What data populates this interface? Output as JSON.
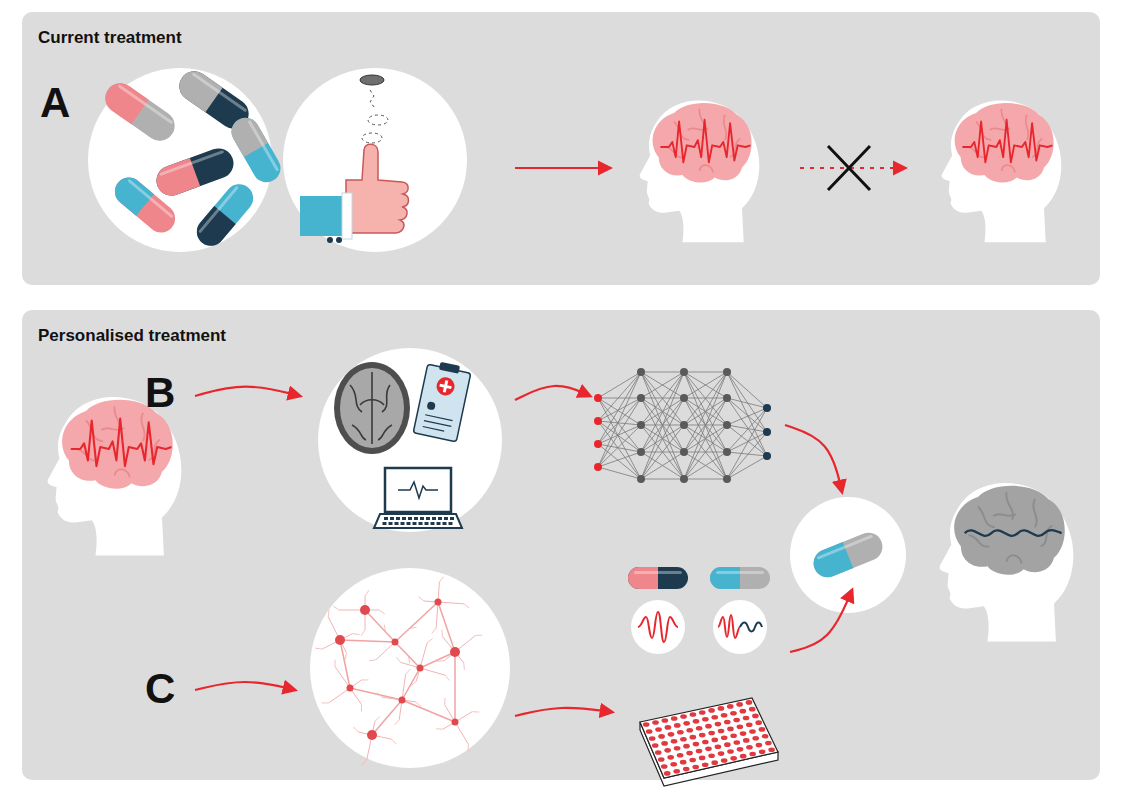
{
  "diagram": {
    "nodes": [
      {
        "text": [
          "Current treatment"
        ]
      },
      {
        "text": [
          "Personalised treatment"
        ]
      }
    ],
    "labels": [
      "A",
      "B",
      "C"
    ]
  }
}
